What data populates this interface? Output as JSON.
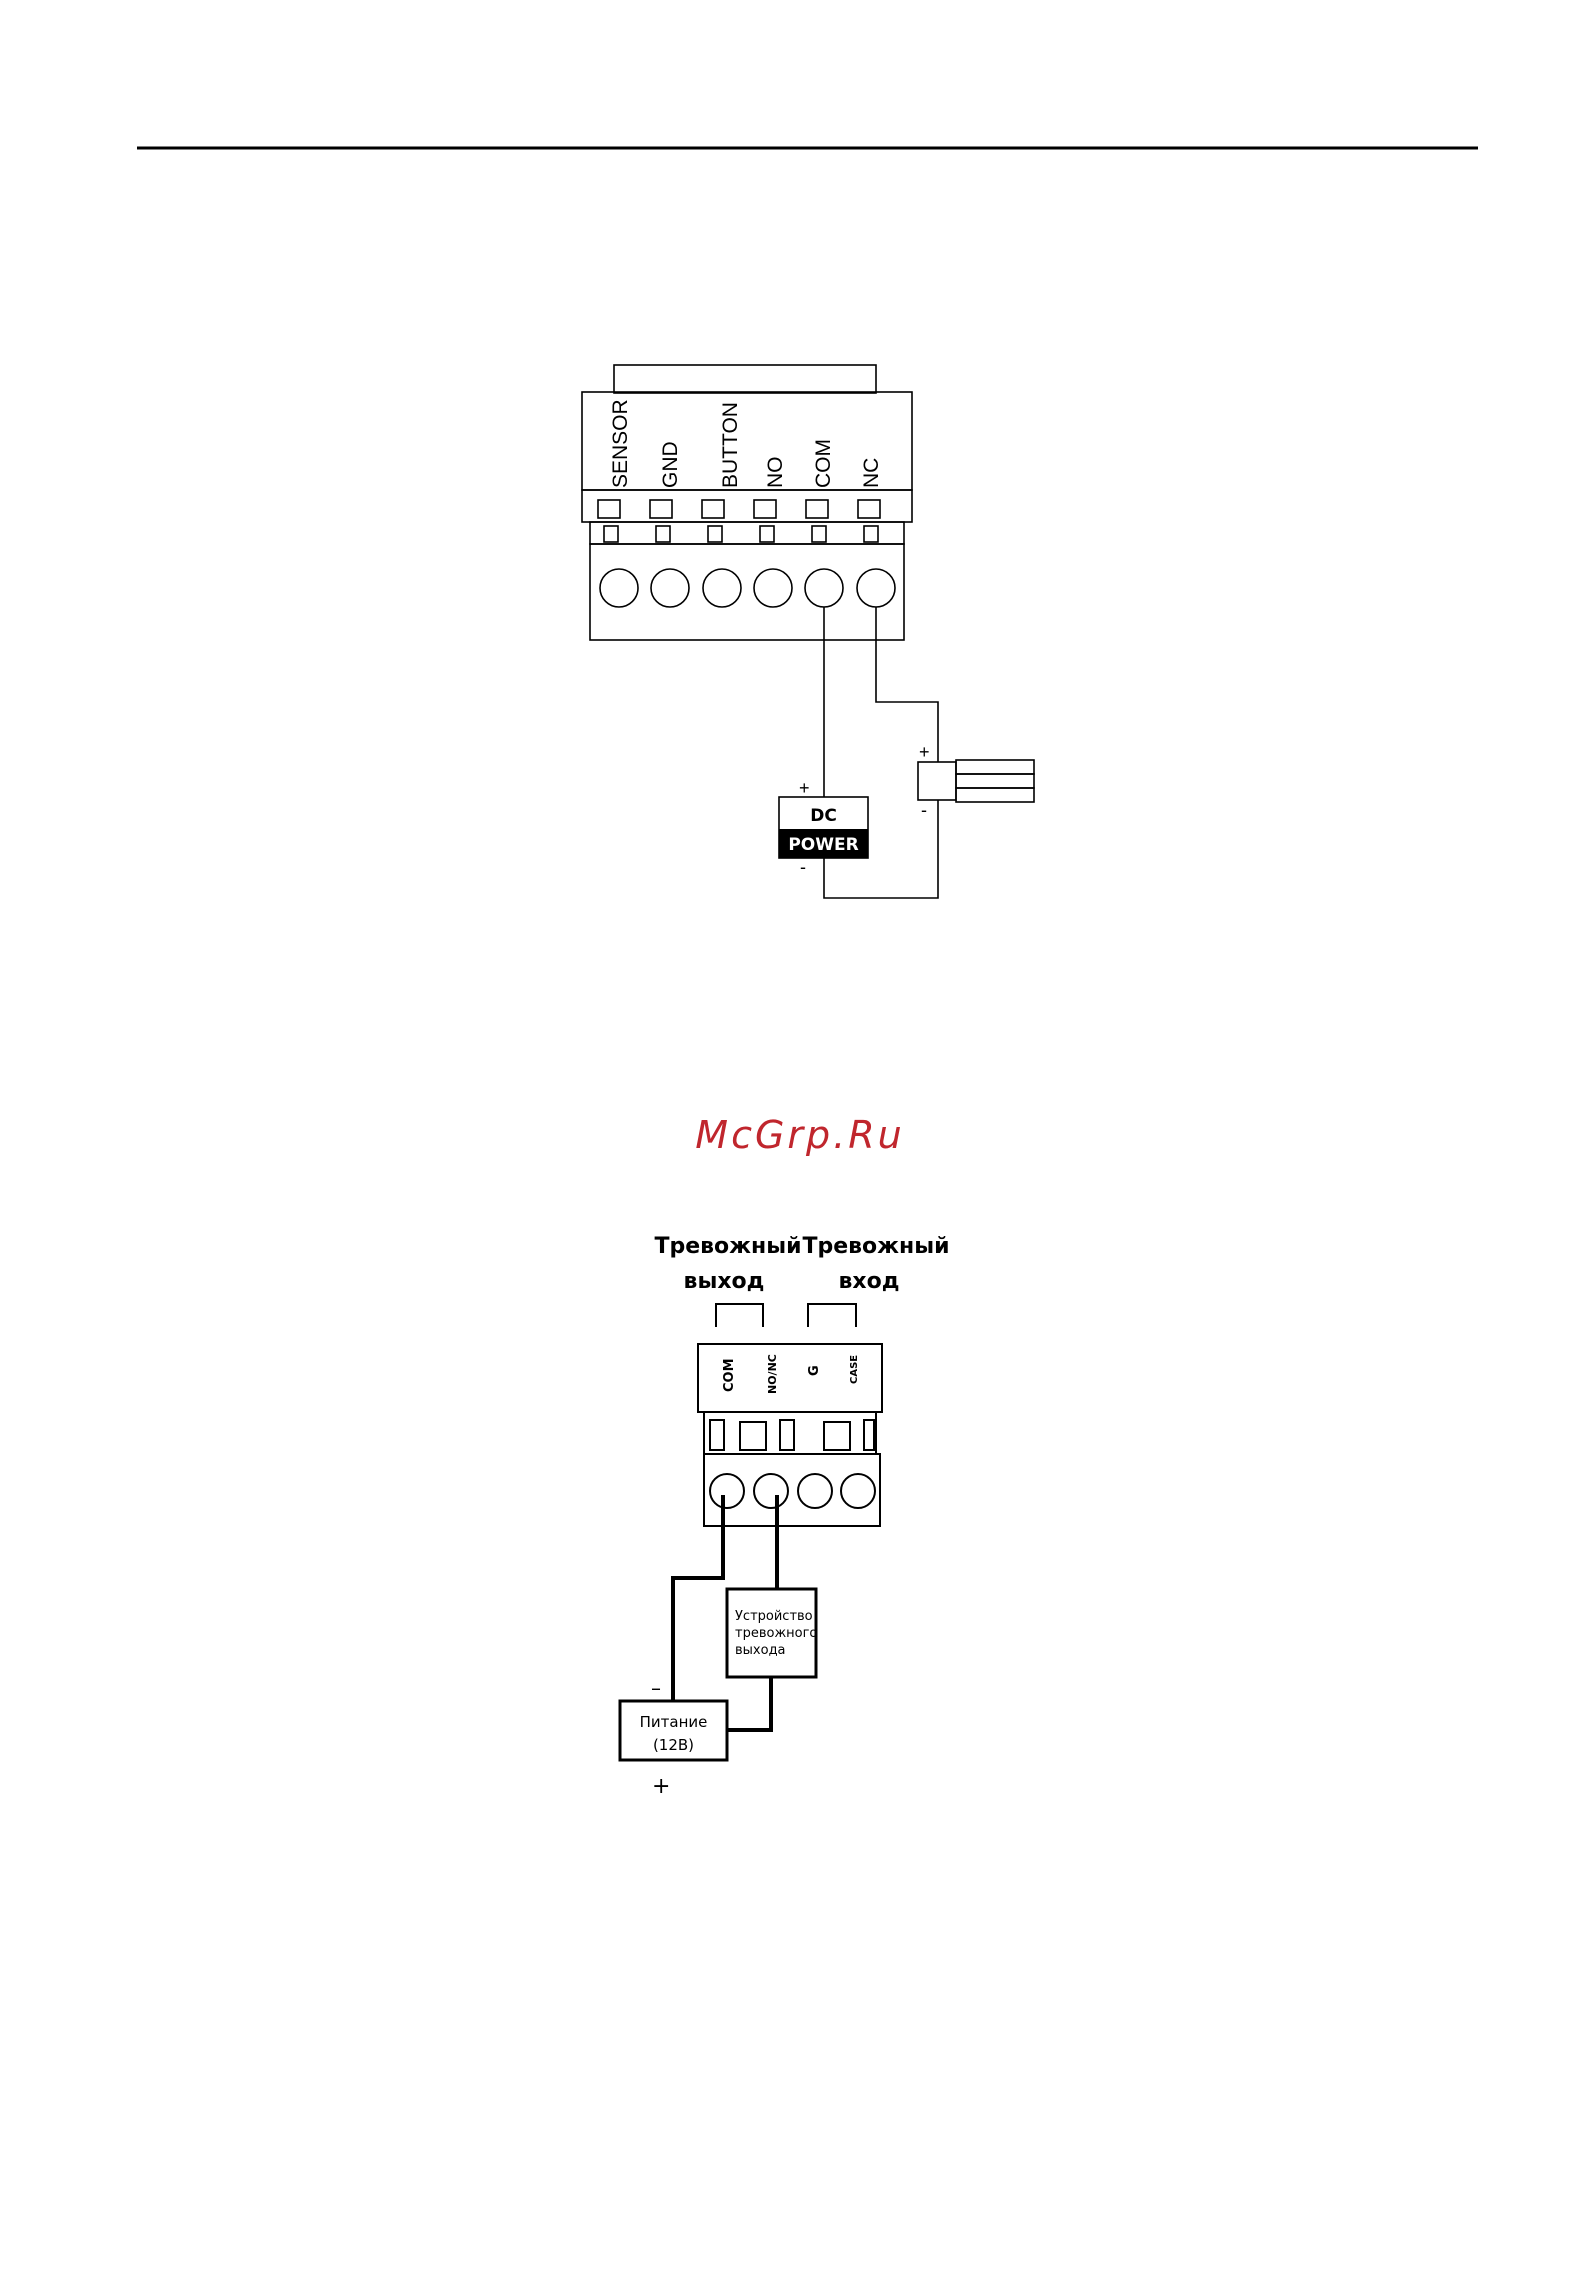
{
  "watermark": {
    "text": "McGrp.Ru",
    "color": "#c0262d"
  },
  "diagram1": {
    "terminals": [
      "SENSOR",
      "GND",
      "BUTTON",
      "NO",
      "COM",
      "NC"
    ],
    "power_box": {
      "top": "DC",
      "bottom": "POWER",
      "plus": "+",
      "minus": "-"
    },
    "lock": {
      "plus": "+",
      "minus": "-"
    }
  },
  "diagram2": {
    "group_left": {
      "line1": "Тревожный",
      "line2": "выход"
    },
    "group_right": {
      "line1": "Тревожный",
      "line2": "вход"
    },
    "terminals": [
      "COM",
      "NO/NC",
      "G",
      "CASE"
    ],
    "alarm_device": {
      "line1": "Устройство",
      "line2": "тревожного",
      "line3": "выхода"
    },
    "power_supply": {
      "line1": "Питание",
      "line2": "(12В)",
      "minus": "–",
      "plus": "+"
    }
  }
}
